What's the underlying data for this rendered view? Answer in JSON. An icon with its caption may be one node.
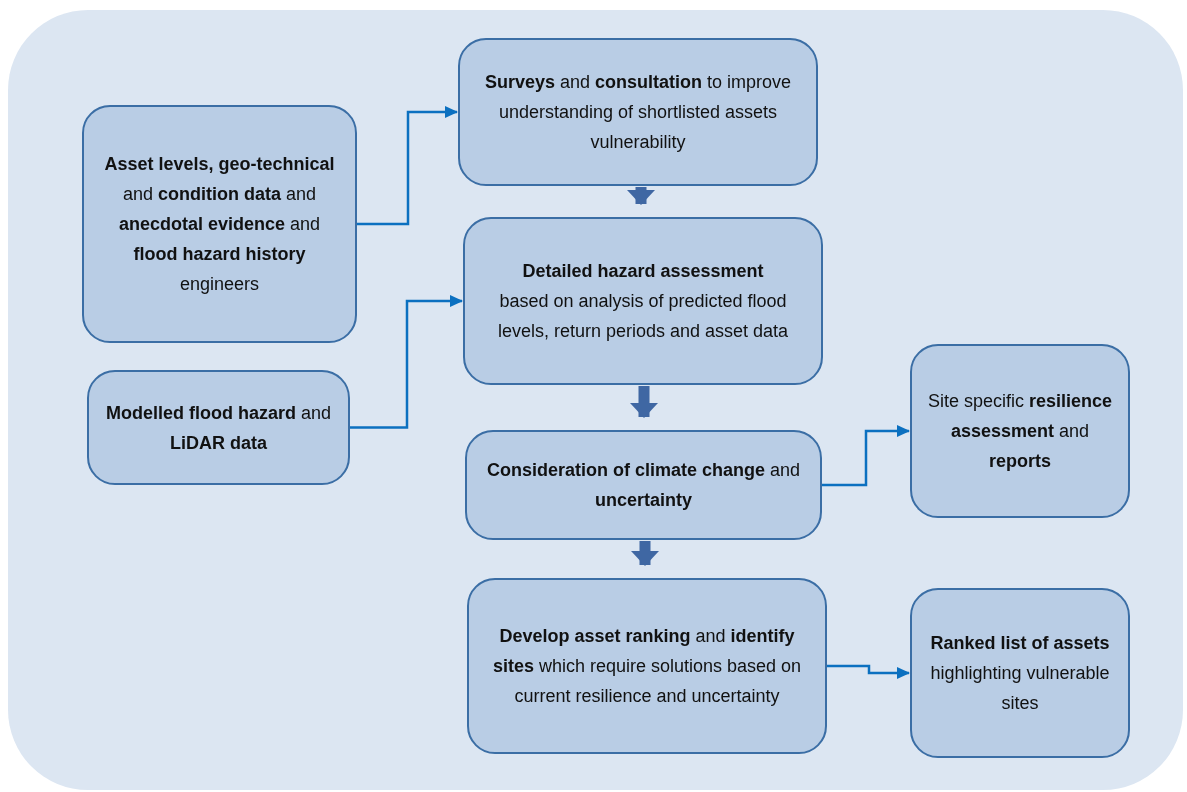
{
  "diagram": {
    "nodes": [
      {
        "text": [],
        "shape": "box"
      },
      {
        "text": [
          "**Asset levels, geo-technical** and **condition data** and **anecdotal evidence** and **flood hazard history** engineers"
        ],
        "in": 0
      },
      {
        "text": [
          "**Modelled flood hazard** and **LiDAR data**"
        ],
        "in": 0
      },
      {
        "text": [
          "**Surveys** and **consultation** to improve understanding of shortlisted assets vulnerability"
        ],
        "in": 0
      },
      {
        "text": [
          "**Detailed hazard assessment**",
          "based on analysis of predicted flood levels, return periods and asset data"
        ],
        "in": 0
      },
      {
        "text": [
          "**Consideration of climate change** and **uncertainty**"
        ],
        "in": 0
      },
      {
        "text": [
          "Site specific **resilience assessment** and **reports**"
        ],
        "in": 0
      },
      {
        "text": [
          "**Develop asset ranking** and **identify sites** which require solutions based on current resilience and uncertainty"
        ],
        "in": 0
      },
      {
        "text": [
          "**Ranked list of assets** highlighting vulnerable sites"
        ],
        "in": 0
      }
    ],
    "edges": [
      {
        "from": 1,
        "to": 3,
        "arrow": "to"
      },
      {
        "from": 2,
        "to": 4,
        "arrow": "to"
      },
      {
        "from": 3,
        "to": 4,
        "arrow": "to",
        "style": "thick",
        "color": "#3f67a3"
      },
      {
        "from": 4,
        "to": 5,
        "arrow": "to",
        "style": "thick",
        "color": "#3f67a3"
      },
      {
        "from": 5,
        "to": 6,
        "arrow": "to"
      },
      {
        "from": 5,
        "to": 7,
        "arrow": "to",
        "style": "thick",
        "color": "#3f67a3"
      },
      {
        "from": 7,
        "to": 8,
        "arrow": "to"
      }
    ]
  }
}
